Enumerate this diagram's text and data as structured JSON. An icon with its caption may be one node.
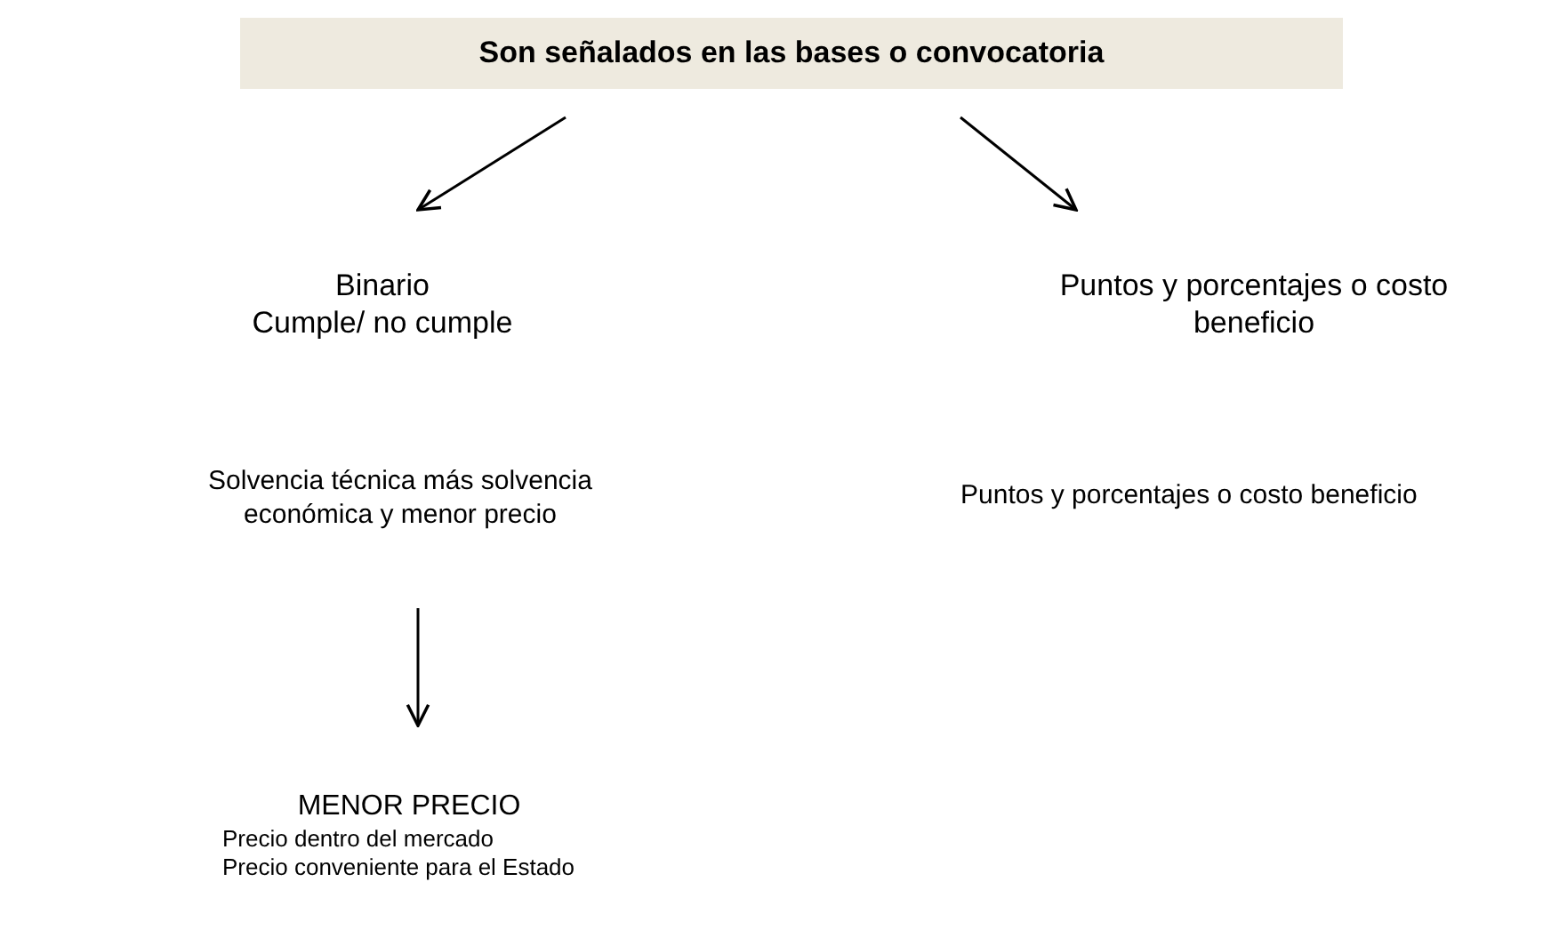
{
  "diagram": {
    "nodes": [
      {
        "text": [
          "Son señalados en las bases o convocatoria"
        ]
      },
      {
        "text": [
          "Binario",
          "Cumple/ no cumple"
        ]
      },
      {
        "text": [
          "Puntos y porcentajes o costo beneficio"
        ]
      },
      {
        "text": [
          "Solvencia técnica más solvencia económica y menor precio"
        ]
      },
      {
        "text": [
          "MENOR PRECIO",
          "Precio dentro del mercado",
          "Precio conveniente para el Estado"
        ]
      }
    ],
    "edges": [
      {
        "from": 0,
        "to": 1,
        "arrow": "to"
      },
      {
        "from": 0,
        "to": 2,
        "arrow": "to"
      },
      {
        "from": 3,
        "to": 4,
        "arrow": "to"
      }
    ],
    "labels": [
      "Puntos y porcentajes o costo beneficio"
    ]
  }
}
